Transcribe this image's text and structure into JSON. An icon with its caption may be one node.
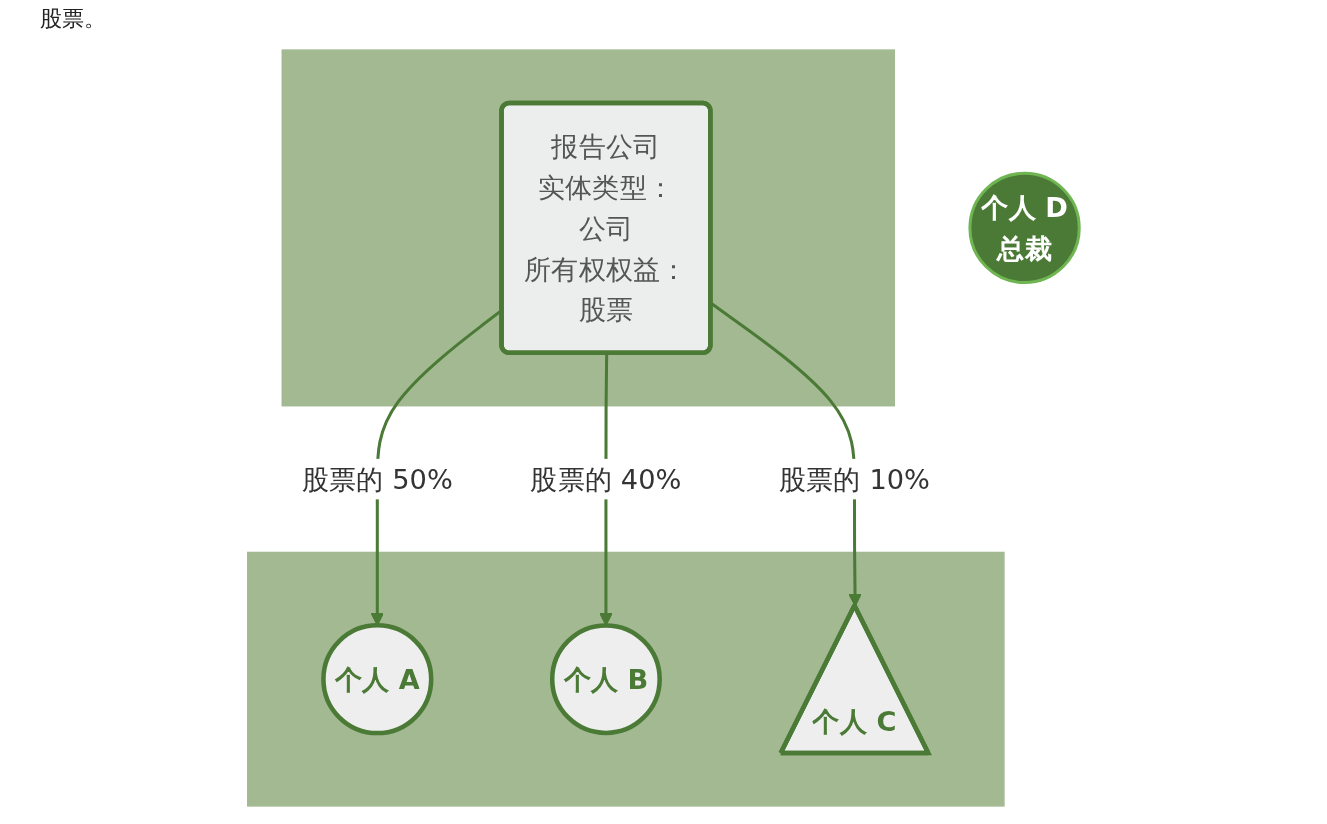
{
  "diagram": {
    "nodes": [
      {
        "text": [],
        "shape": "box"
      },
      {
        "text": [
          "报告公司",
          "实体类型：",
          "公司",
          "所有权权益：",
          "股票"
        ],
        "in": 0
      },
      {
        "text": [
          "个人 D",
          "总裁"
        ]
      },
      {
        "text": [],
        "shape": "box"
      },
      {
        "text": [
          "个人 A"
        ],
        "in": 3
      },
      {
        "text": [
          "个人 B"
        ],
        "in": 3
      },
      {
        "text": [
          "个人 C"
        ],
        "in": 3
      }
    ],
    "edges": [
      {
        "from": 1,
        "to": 4,
        "label": "股票的 50%",
        "arrow": "to"
      },
      {
        "from": 1,
        "to": 5,
        "label": "股票的 40%",
        "arrow": "to"
      },
      {
        "from": 1,
        "to": 6,
        "label": "股票的 10%",
        "arrow": "to"
      }
    ],
    "labels": [
      "股票。"
    ]
  }
}
